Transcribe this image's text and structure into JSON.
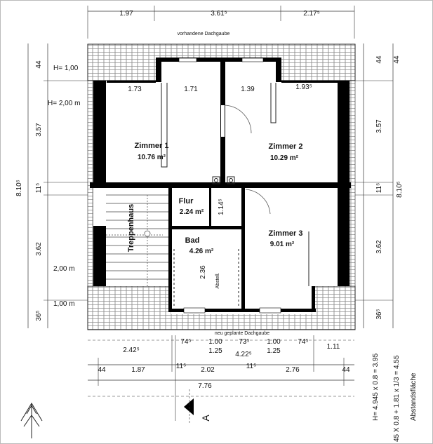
{
  "top_dims": [
    "1.97",
    "3.61⁵",
    "2.17⁵"
  ],
  "existing_dormer": "vorhandene Dachgaube",
  "planned_dormer": "neu geplante Dachgaube",
  "heights": {
    "h1": "H= 1,00",
    "h2": "H= 2,00 m",
    "l1": "2,00 m",
    "l2": "1,00 m"
  },
  "wall_dims": [
    "1.73",
    "1.71",
    "1.39",
    "1.93⁵"
  ],
  "rooms": {
    "zimmer1": {
      "name": "Zimmer 1",
      "area": "10.76 m²"
    },
    "zimmer2": {
      "name": "Zimmer 2",
      "area": "10.29 m²"
    },
    "flur": {
      "name": "Flur",
      "area": "2.24 m²"
    },
    "bad": {
      "name": "Bad",
      "area": "4.26 m²"
    },
    "zimmer3": {
      "name": "Zimmer 3",
      "area": "9.01 m²"
    },
    "treppenhaus": {
      "name": "Treppenhaus"
    }
  },
  "inner_dims": {
    "flur_w": "1.14⁵",
    "bad_h": "2.36",
    "abstell": "Abstell."
  },
  "left_dims": [
    "44",
    "3.57",
    "11⁵",
    "3.62",
    "36⁵"
  ],
  "left_total": "8.10⁵",
  "right_dims": [
    "44",
    "3.57",
    "11⁵",
    "3.62",
    "36⁵"
  ],
  "right_total": "8.10⁵",
  "bottom_row1": [
    "2.42⁵",
    "74⁵",
    "1.00",
    "73⁵",
    "1.00",
    "74⁵",
    "1.11"
  ],
  "bottom_row1b": [
    "1.25",
    "4.22⁵",
    "1.25"
  ],
  "bottom_row2": [
    "44",
    "1.87",
    "11⁵",
    "2.02",
    "11⁵",
    "2.76",
    "44"
  ],
  "bottom_total": "7.76",
  "section": "A",
  "formulas": [
    "H= 4.945 x 0.8 = 3.95",
    "45 X 0.8 + 1.81 x 1/3 =  4.55",
    "Abstandsfläche"
  ]
}
